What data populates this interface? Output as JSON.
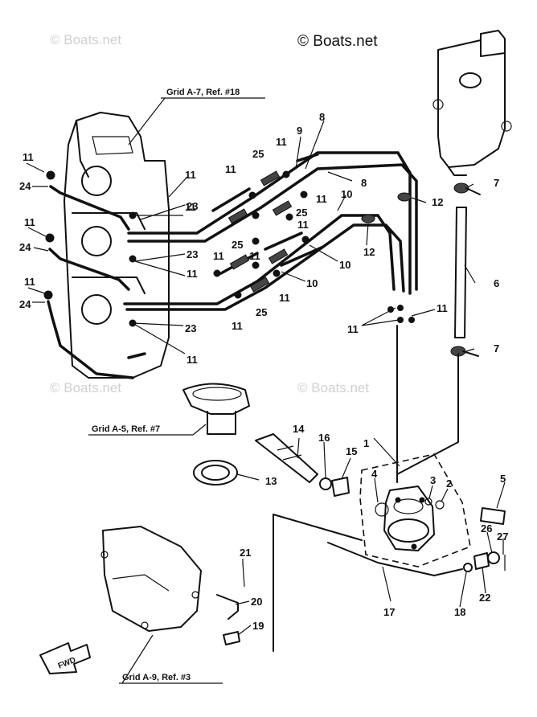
{
  "watermarks": {
    "main": "© Boats.net",
    "faint": "© Boats.net"
  },
  "references": {
    "grid_a7": "Grid A-7, Ref. #18",
    "grid_a5": "Grid A-5, Ref. #7",
    "grid_a9": "Grid A-9, Ref. #3"
  },
  "forward_label": "FWD",
  "callouts": {
    "c1": "1",
    "c2": "2",
    "c3": "3",
    "c4": "4",
    "c5": "5",
    "c6": "6",
    "c7a": "7",
    "c7b": "7",
    "c8a": "8",
    "c8b": "8",
    "c9": "9",
    "c10a": "10",
    "c10b": "10",
    "c10c": "10",
    "c11a": "11",
    "c11b": "11",
    "c11c": "11",
    "c11d": "11",
    "c11e": "11",
    "c11f": "11",
    "c11g": "11",
    "c11h": "11",
    "c11i": "11",
    "c11j": "11",
    "c11k": "11",
    "c11l": "11",
    "c11m": "11",
    "c11n": "11",
    "c11o": "11",
    "c11p": "11",
    "c11q": "11",
    "c12a": "12",
    "c12b": "12",
    "c13": "13",
    "c14": "14",
    "c15": "15",
    "c16": "16",
    "c17": "17",
    "c18": "18",
    "c19": "19",
    "c20": "20",
    "c21": "21",
    "c22": "22",
    "c23a": "23",
    "c23b": "23",
    "c23c": "23",
    "c24a": "24",
    "c24b": "24",
    "c24c": "24",
    "c25a": "25",
    "c25b": "25",
    "c25c": "25",
    "c25d": "25",
    "c26": "26",
    "c27": "27"
  }
}
